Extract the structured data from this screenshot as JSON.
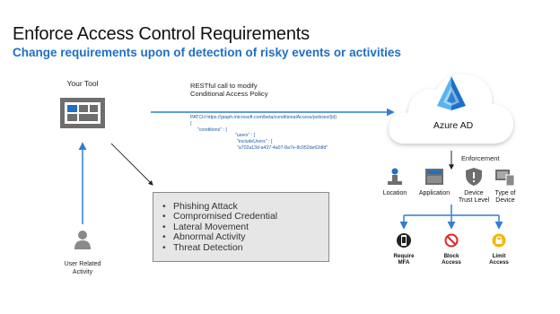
{
  "title": "Enforce Access Control Requirements",
  "subtitle": "Change requirements upon of detection of risky events or activities",
  "your_tool": {
    "label": "Your Tool"
  },
  "user_activity": {
    "label_line1": "User Related",
    "label_line2": "Activity"
  },
  "api_call": {
    "label_line1": "RESTful call to modify",
    "label_line2": "Conditional Access Policy",
    "code_lines": [
      "PATCH https://graph.microsoft.com/beta/conditionalAccess/policies/{id}",
      "{",
      "\"conditions\" : {",
      "\"users\" : [",
      "\"includeUsers\" : [",
      "\"a702a13d-a437-4a07-8a7e-8c052de62dfd\""
    ]
  },
  "azure_ad": {
    "label": "Azure AD"
  },
  "enforcement": {
    "label": "Enforcement",
    "conditions": [
      {
        "line1": "Location",
        "line2": "",
        "icon": "location-icon"
      },
      {
        "line1": "Application",
        "line2": "",
        "icon": "application-icon"
      },
      {
        "line1": "Device",
        "line2": "Trust Level",
        "icon": "device-trust-icon"
      },
      {
        "line1": "Type of",
        "line2": "Device",
        "icon": "device-type-icon"
      }
    ],
    "actions": [
      {
        "line1": "Require",
        "line2": "MFA",
        "icon": "mfa-phone-icon"
      },
      {
        "line1": "Block",
        "line2": "Access",
        "icon": "block-icon"
      },
      {
        "line1": "Limit",
        "line2": "Access",
        "icon": "lock-icon"
      }
    ]
  },
  "risks": [
    "Phishing Attack",
    "Compromised Credential",
    "Lateral Movement",
    "Abnormal Activity",
    "Threat Detection"
  ],
  "colors": {
    "accent": "#1f6fc5",
    "arrow": "#2f7fd0",
    "cloud_shadow": "#d4d4d4",
    "block_red": "#e02424",
    "lock_gold": "#f2b705",
    "icon_gray": "#6e6e6e"
  }
}
